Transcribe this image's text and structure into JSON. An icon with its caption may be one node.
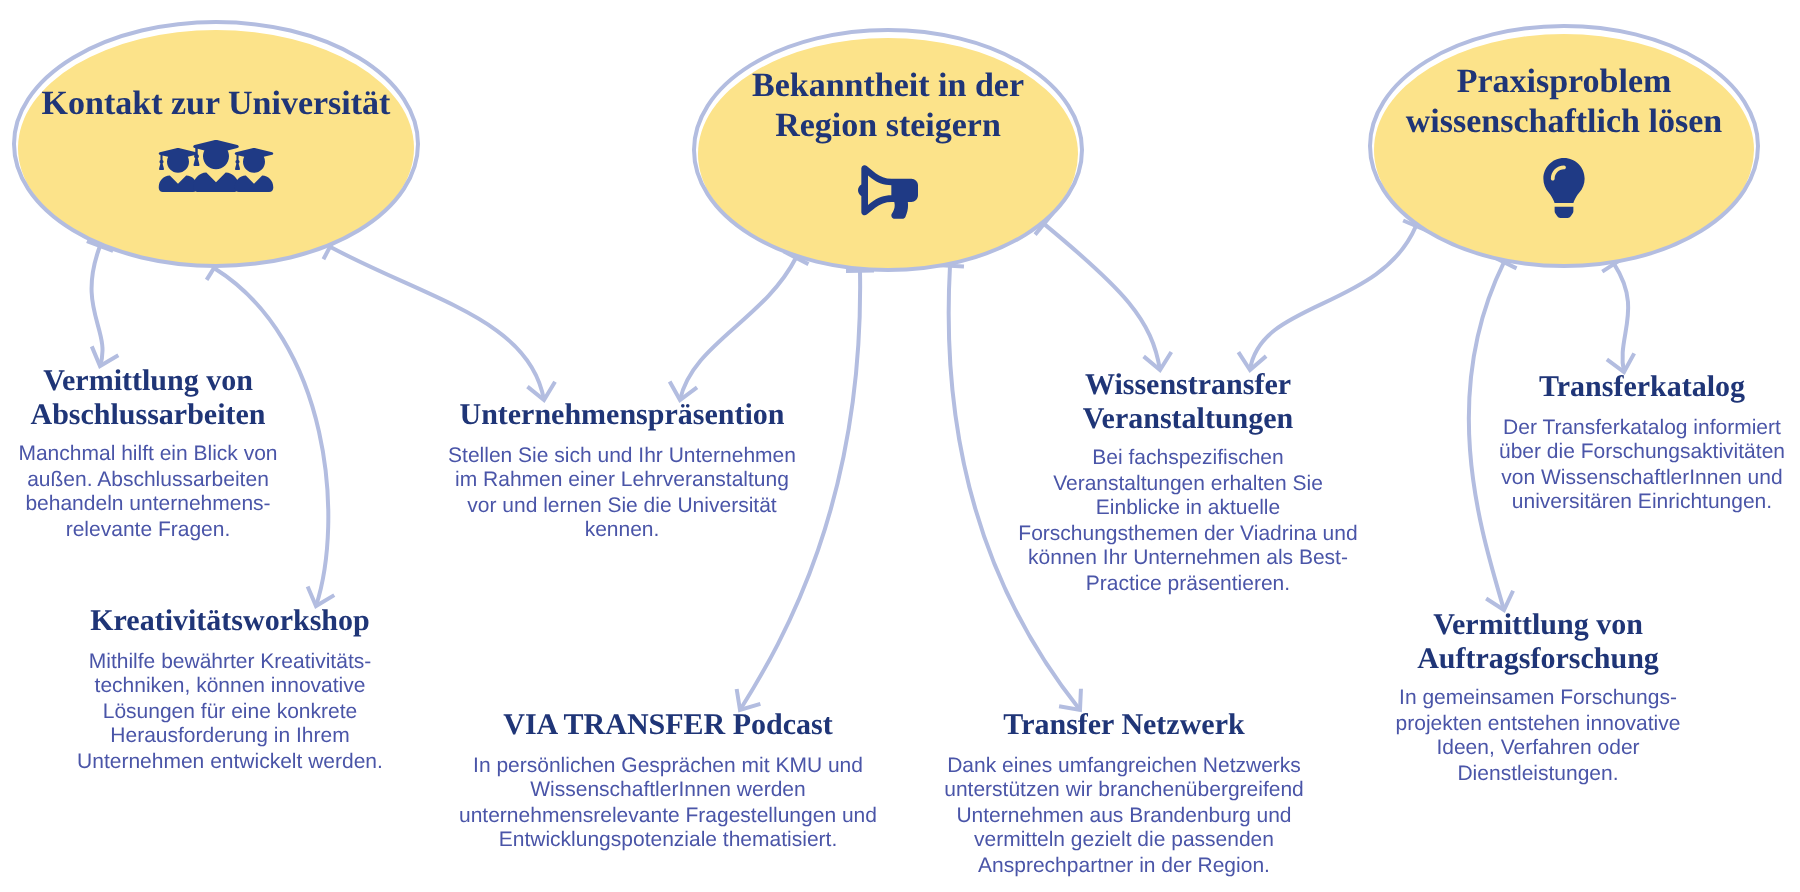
{
  "diagram": {
    "nodes": [
      {
        "text": [
          "Kontakt zur Universität"
        ]
      },
      {
        "text": [
          "Bekanntheit in der Region steigern"
        ]
      },
      {
        "text": [
          "Praxisproblem wissenschaftlich lösen"
        ]
      },
      {
        "text": [
          "Vermittlung von Abschlussarbeiten",
          "Manchmal hilft ein Blick von außen. Abschlussarbeiten behandeln unternehmens- relevante Fragen."
        ]
      },
      {
        "text": [
          "Kreativitätsworkshop",
          "Mithilfe bewährter Kreativitäts- techniken, können innovative Lösungen für eine konkrete Herausforderung in Ihrem Unternehmen entwickelt werden."
        ]
      },
      {
        "text": [
          "Unternehmenspräsention",
          "Stellen Sie sich und Ihr Unternehmen im Rahmen einer Lehrveranstaltung vor und lernen Sie die Universität kennen."
        ]
      },
      {
        "text": [
          "VIA TRANSFER Podcast",
          "In persönlichen Gesprächen mit KMU und WissenschaftlerInnen werden unternehmensrelevante Fragestellungen und Entwicklungspotenziale thematisiert."
        ]
      },
      {
        "text": [
          "Wissenstransfer Veranstaltungen",
          "Bei fachspezifischen Veranstaltungen erhalten Sie Einblicke in aktuelle Forschungsthemen der Viadrina und können Ihr Unternehmen als Best-Practice präsentieren."
        ]
      },
      {
        "text": [
          "Transfer Netzwerk",
          "Dank eines umfangreichen Netzwerks unterstützen wir branchenübergreifend Unternehmen aus Brandenburg und vermitteln gezielt die passenden Ansprechpartner in der Region."
        ]
      },
      {
        "text": [
          "Transferkatalog",
          "Der Transferkatalog informiert über die Forschungsaktivitäten von WissenschaftlerInnen und universitären Einrichtungen."
        ]
      },
      {
        "text": [
          "Vermittlung von Auftragsforschung",
          "In gemeinsamen Forschungs- projekten entstehen innovative Ideen, Verfahren oder Dienstleistungen."
        ]
      }
    ],
    "edges": [
      {
        "from": 0,
        "to": 3,
        "arrow": "to"
      },
      {
        "from": 0,
        "to": 4,
        "arrow": "to"
      },
      {
        "from": 0,
        "to": 5,
        "arrow": "to"
      },
      {
        "from": 1,
        "to": 5,
        "arrow": "to"
      },
      {
        "from": 1,
        "to": 6,
        "arrow": "to"
      },
      {
        "from": 1,
        "to": 8,
        "arrow": "to"
      },
      {
        "from": 1,
        "to": 7,
        "arrow": "to"
      },
      {
        "from": 2,
        "to": 7,
        "arrow": "to"
      },
      {
        "from": 2,
        "to": 10,
        "arrow": "to"
      },
      {
        "from": 2,
        "to": 9,
        "arrow": "to"
      }
    ]
  }
}
